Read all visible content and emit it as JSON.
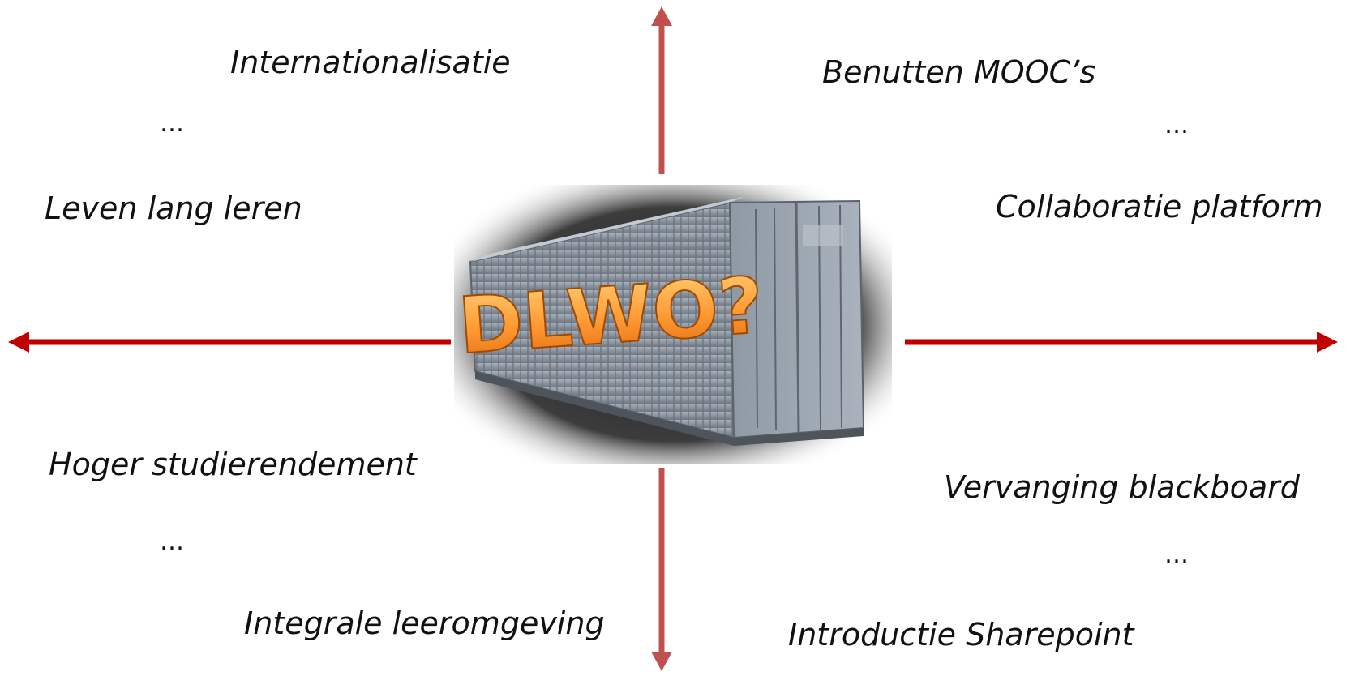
{
  "center": {
    "title": "DLWO?",
    "image": "shipping-container"
  },
  "quadrants": {
    "top_left": {
      "items": [
        "Internationalisatie",
        "…",
        "Leven lang leren"
      ]
    },
    "top_right": {
      "items": [
        "Benutten MOOC’s",
        "…",
        "Collaboratie platform"
      ]
    },
    "bottom_left": {
      "items": [
        "Hoger studierendement",
        "…",
        "Integrale leeromgeving"
      ]
    },
    "bottom_right": {
      "items": [
        "Vervanging blackboard",
        "…",
        "Introductie Sharepoint"
      ]
    }
  },
  "colors": {
    "horizontal_arrow": "#c00000",
    "vertical_arrow": "#c0504d",
    "title_fill": "#ff9933",
    "container": "#8e98a3"
  }
}
